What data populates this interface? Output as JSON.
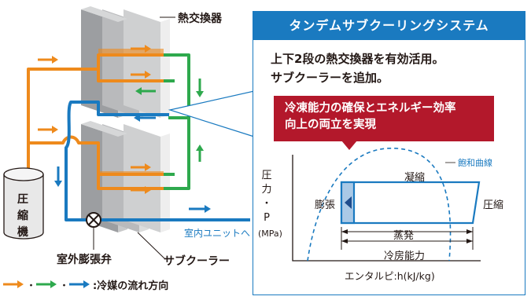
{
  "left": {
    "hx_label": "熱交換器",
    "compressor_label": "圧縮機",
    "compressor_lines": [
      "圧",
      "縮",
      "機"
    ],
    "valve_label": "室外膨張弁",
    "subcooler_label": "サブクーラー",
    "indoor_label": "室内ユニットへ",
    "legend_sep": "・",
    "legend_text": ":冷媒の流れ方向"
  },
  "panel": {
    "title": "タンデムサブクーリングシステム",
    "desc_line1": "上下2段の熱交換器を有効活用。",
    "desc_line2": "サブクーラーを追加。",
    "callout_line1": "冷凍能力の確保とエネルギー効率",
    "callout_line2": "向上の両立を実現"
  },
  "chart": {
    "y_axis_lines": [
      "圧",
      "力",
      "・",
      "P"
    ],
    "y_unit": "(MPa)",
    "x_axis": "エンタルピ:h(kJ/kg)",
    "saturation_curve": "飽和曲線",
    "condensation": "凝縮",
    "expansion": "膨張",
    "compression": "圧縮",
    "evaporation": "蒸発",
    "cooling_capacity": "冷房能力"
  },
  "colors": {
    "orange": "#ee8a1c",
    "green": "#2ea94d",
    "blue": "#1a7ac0",
    "red": "#b3182b"
  }
}
